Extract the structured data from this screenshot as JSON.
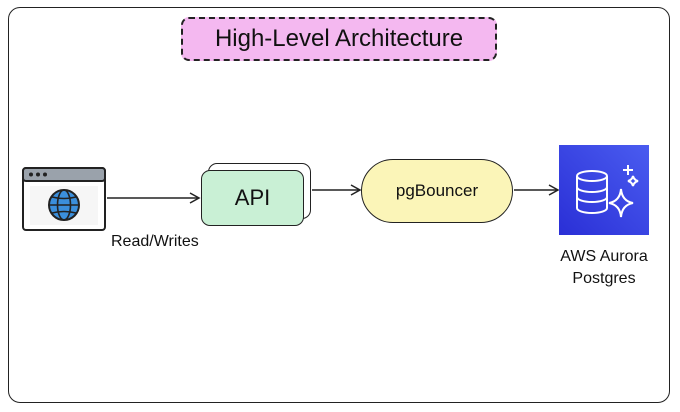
{
  "title": "High-Level Architecture",
  "nodes": {
    "browser": {
      "icon": "browser-globe-icon"
    },
    "api": {
      "label": "API"
    },
    "pgbouncer": {
      "label": "pgBouncer"
    },
    "aurora": {
      "icon": "database-sparkle-icon",
      "line1": "AWS Aurora",
      "line2": "Postgres"
    }
  },
  "edges": {
    "browser_to_api": {
      "label": "Read/Writes"
    }
  },
  "colors": {
    "title_fill": "#f4b8f0",
    "api_fill": "#c9f0d5",
    "pgbouncer_fill": "#fbf5b8",
    "aurora_fill": "#2d3be0"
  }
}
